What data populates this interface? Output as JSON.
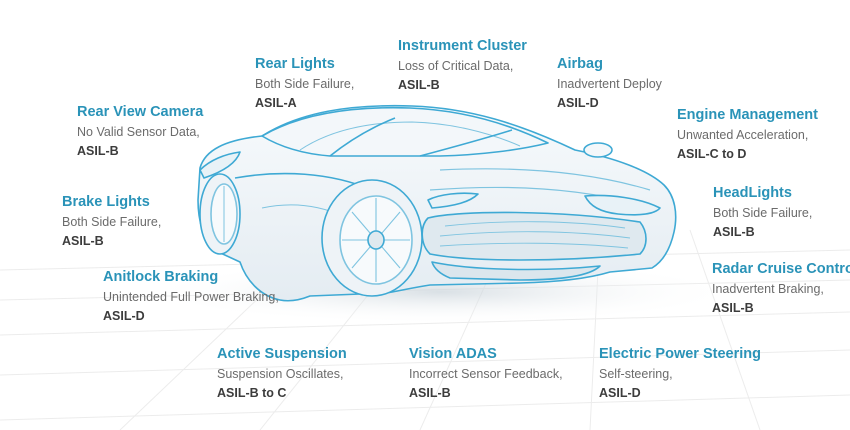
{
  "colors": {
    "title": "#2a93b8",
    "description": "#6b6b6b",
    "rating": "#3c3c3c",
    "car_outline": "#3ea9d4",
    "car_fill": "#eef3f7"
  },
  "labels": [
    {
      "id": "rear-lights",
      "title": "Rear Lights",
      "desc": "Both Side Failure,",
      "rating": "ASIL-A"
    },
    {
      "id": "instrument-cluster",
      "title": "Instrument Cluster",
      "desc": "Loss of Critical Data,",
      "rating": "ASIL-B"
    },
    {
      "id": "airbag",
      "title": "Airbag",
      "desc": "Inadvertent Deploy",
      "rating": "ASIL-D"
    },
    {
      "id": "rear-view-camera",
      "title": "Rear View Camera",
      "desc": "No Valid Sensor Data,",
      "rating": "ASIL-B"
    },
    {
      "id": "engine-management",
      "title": "Engine Management",
      "desc": "Unwanted Acceleration,",
      "rating": "ASIL-C to D"
    },
    {
      "id": "brake-lights",
      "title": "Brake Lights",
      "desc": "Both Side Failure,",
      "rating": "ASIL-B"
    },
    {
      "id": "headlights",
      "title": "HeadLights",
      "desc": "Both Side Failure,",
      "rating": "ASIL-B"
    },
    {
      "id": "antilock-braking",
      "title": "Anitlock Braking",
      "desc": "Unintended Full Power Braking,",
      "rating": "ASIL-D"
    },
    {
      "id": "radar-cruise-control",
      "title": "Radar Cruise Control",
      "desc": "Inadvertent Braking,",
      "rating": "ASIL-B"
    },
    {
      "id": "active-suspension",
      "title": "Active Suspension",
      "desc": "Suspension Oscillates,",
      "rating": "ASIL-B to C"
    },
    {
      "id": "vision-adas",
      "title": "Vision ADAS",
      "desc": "Incorrect Sensor Feedback,",
      "rating": "ASIL-B"
    },
    {
      "id": "electric-power-steering",
      "title": "Electric Power Steering",
      "desc": "Self-steering,",
      "rating": "ASIL-D"
    }
  ]
}
